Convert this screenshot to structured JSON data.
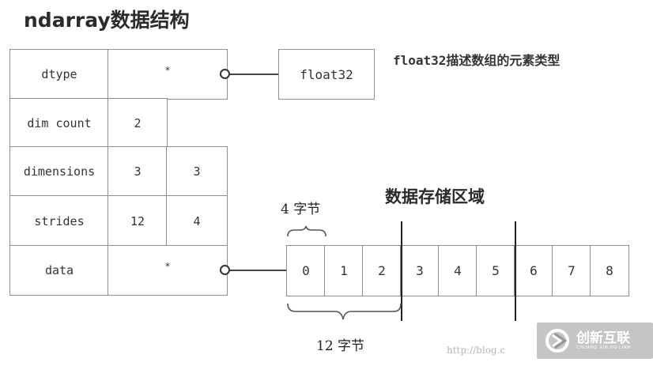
{
  "title": "ndarray数据结构",
  "struct": {
    "dtype_label": "dtype",
    "dtype_value": "*",
    "dimcount_label": "dim count",
    "dimcount_value": "2",
    "dimensions_label": "dimensions",
    "dimensions_values": [
      "3",
      "3"
    ],
    "strides_label": "strides",
    "strides_values": [
      "12",
      "4"
    ],
    "data_label": "data",
    "data_value": "*"
  },
  "dtype_box": "float32",
  "dtype_caption": "float32描述数组的元素类型",
  "storage": {
    "title": "数据存储区域",
    "cells": [
      "0",
      "1",
      "2",
      "3",
      "4",
      "5",
      "6",
      "7",
      "8"
    ],
    "bytes_small": "4 字节",
    "bytes_large": "12 字节"
  },
  "watermark": {
    "url": "http://blog.c",
    "brand": "创新互联",
    "brand_sub": "CHUANG XIN HU LIAN"
  }
}
